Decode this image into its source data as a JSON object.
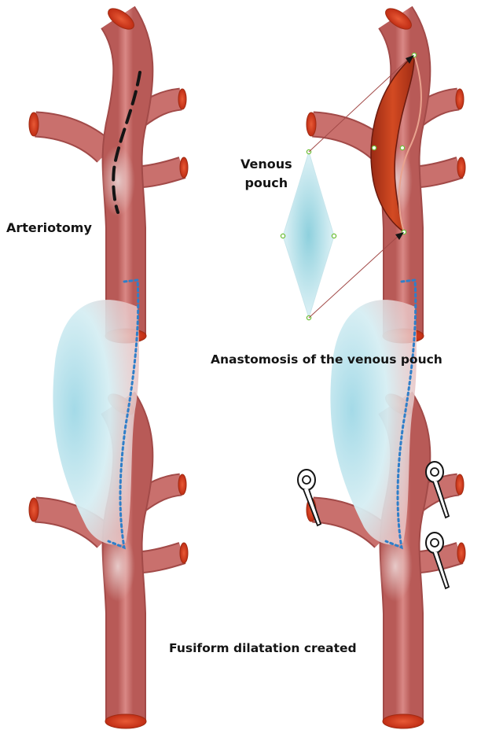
{
  "figure": {
    "panels": [
      {
        "id": "arteriotomy",
        "label": "Arteriotomy"
      },
      {
        "id": "venous-pouch",
        "label": "Venous pouch",
        "label_lines": [
          "Venous",
          "pouch"
        ]
      },
      {
        "id": "anastomosis",
        "label": "Anastomosis of the venous pouch"
      },
      {
        "id": "fusiform",
        "label": "Fusiform dilatation created"
      }
    ],
    "colors": {
      "artery_body": "#c9706d",
      "artery_highlight": "#e5b3b0",
      "artery_outline": "#a24a48",
      "vessel_opening": "#d63c1c",
      "incision_dash": "#141414",
      "venous_pouch": "#a8dde6",
      "pouch_dilatation": "#c3e6ef",
      "suture_dots": "#2f7fc9",
      "open_pouch": "#b2341a",
      "guide_line": "#a24a48",
      "clip_outline": "#141414"
    }
  }
}
